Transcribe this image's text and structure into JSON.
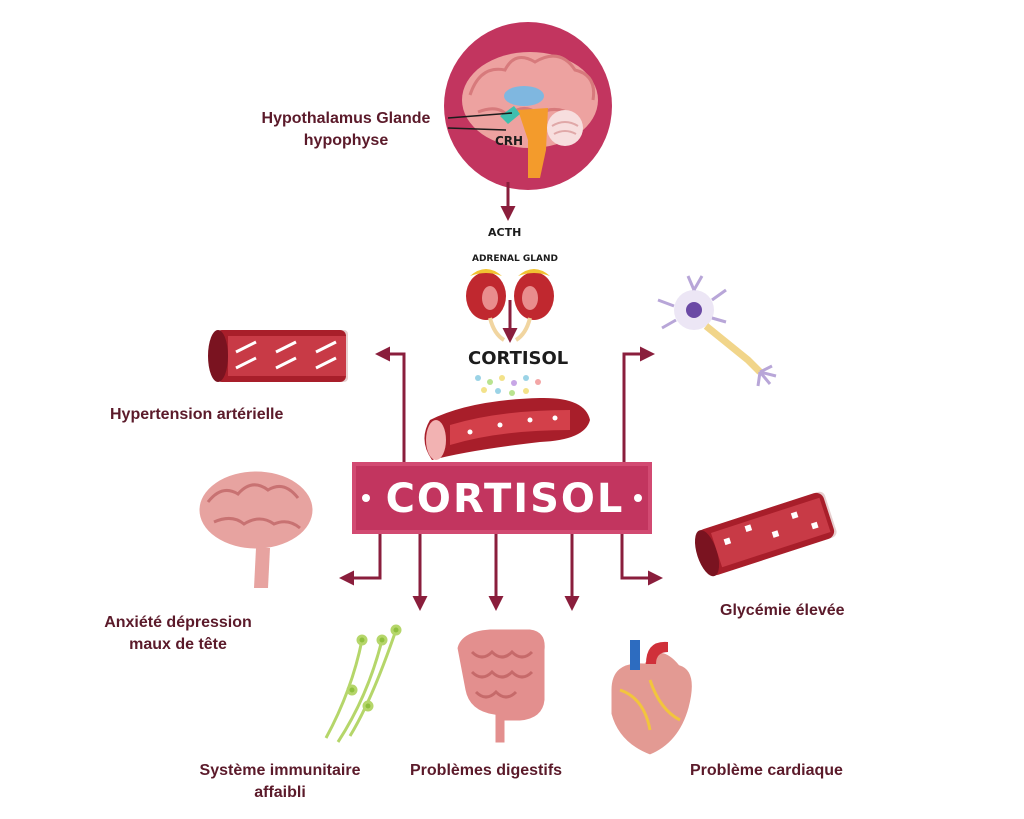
{
  "colors": {
    "accent": "#c2355f",
    "arrow": "#8a1e3c",
    "label": "#5b1a2a",
    "vessel": "#b8252f",
    "tissue": "#e8888f"
  },
  "top": {
    "brain_label_line1": "Hypothalamus Glande",
    "brain_label_line2": "hypophyse",
    "crh": "CRH",
    "acth": "ACTH",
    "adrenal_gland": "ADRENAL GLAND",
    "cortisol_small": "CORTISOL"
  },
  "banner": {
    "title": "CORTISOL"
  },
  "effects": {
    "hypertension": "Hypertension artérielle",
    "anxiety_line1": "Anxiété dépression",
    "anxiety_line2": "maux de tête",
    "immune_line1": "Système immunitaire",
    "immune_line2": "affaibli",
    "digestive": "Problèmes digestifs",
    "cardiac": "Problème cardiaque",
    "glycemia": "Glycémie élevée"
  }
}
